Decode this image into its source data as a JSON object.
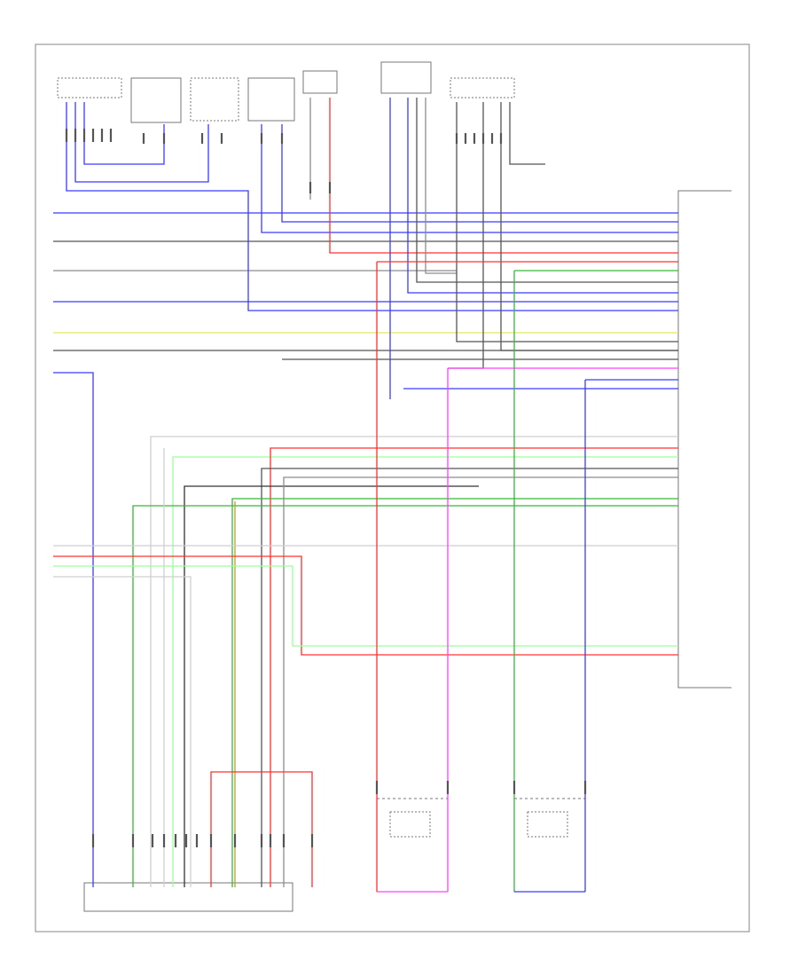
{
  "diagram": {
    "footer_code": "",
    "colors": {
      "blue": "#3b3bff",
      "red": "#ff3030",
      "gray": "#8c8c8c",
      "darkgray": "#555555",
      "black": "#333333",
      "yellow": "#e8e85a",
      "green": "#37b837",
      "pink": "#ff40ff",
      "lightgray": "#cfcfcf",
      "olive": "#b5a52a",
      "lightgreen": "#9aff9a"
    },
    "components": [
      {
        "id": "c1",
        "label": ""
      },
      {
        "id": "c2",
        "label": ""
      },
      {
        "id": "c3",
        "label": ""
      },
      {
        "id": "c4",
        "label": ""
      },
      {
        "id": "c5",
        "label": ""
      },
      {
        "id": "c6",
        "label": ""
      },
      {
        "id": "c7",
        "label": ""
      },
      {
        "id": "stereo",
        "label": ""
      },
      {
        "id": "radio",
        "label": ""
      },
      {
        "id": "left-tweeter",
        "label": ""
      },
      {
        "id": "right-tweeter",
        "label": ""
      },
      {
        "id": "left-door",
        "label": ""
      },
      {
        "id": "right-door",
        "label": ""
      }
    ],
    "left_wire_labels": [
      "",
      "",
      "",
      "",
      "",
      "",
      "",
      "",
      "",
      "",
      ""
    ],
    "note": ""
  }
}
